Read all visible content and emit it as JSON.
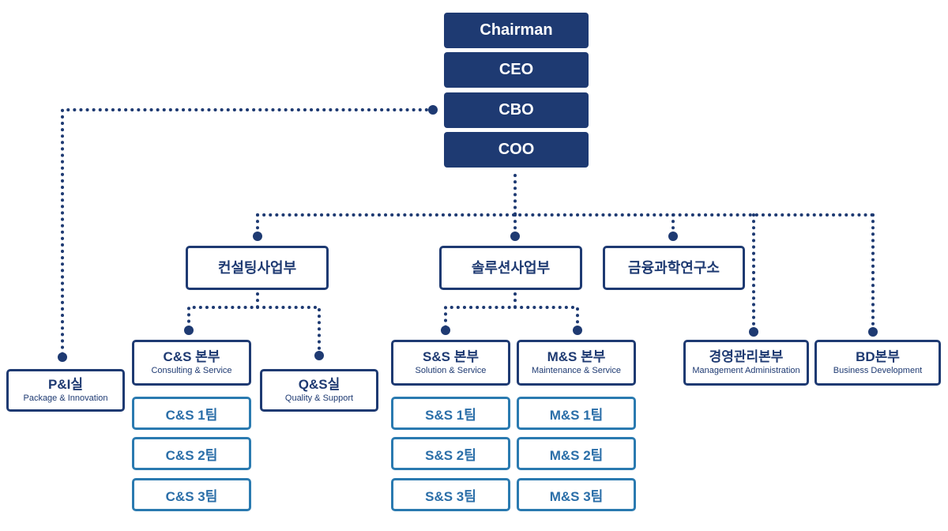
{
  "executives": [
    "Chairman",
    "CEO",
    "CBO",
    "COO"
  ],
  "divisions": [
    {
      "name": "컨설팅사업부"
    },
    {
      "name": "솔루션사업부"
    },
    {
      "name": "금융과학연구소"
    }
  ],
  "departments": {
    "pi": {
      "name": "P&I실",
      "sub": "Package & Innovation"
    },
    "cs": {
      "name": "C&S 본부",
      "sub": "Consulting & Service"
    },
    "qs": {
      "name": "Q&S실",
      "sub": "Quality & Support"
    },
    "ss": {
      "name": "S&S 본부",
      "sub": "Solution & Service"
    },
    "ms": {
      "name": "M&S 본부",
      "sub": "Maintenance & Service"
    },
    "ma": {
      "name": "경영관리본부",
      "sub": "Management Administration"
    },
    "bd": {
      "name": "BD본부",
      "sub": "Business Development"
    }
  },
  "teams": {
    "cs": [
      "C&S 1팀",
      "C&S 2팀",
      "C&S 3팀"
    ],
    "ss": [
      "S&S 1팀",
      "S&S 2팀",
      "S&S 3팀"
    ],
    "ms": [
      "M&S 1팀",
      "M&S 2팀",
      "M&S 3팀"
    ]
  },
  "colors": {
    "navy": "#1e3a72",
    "team_border": "#2a7ab0",
    "team_text": "#2a6ea8"
  }
}
